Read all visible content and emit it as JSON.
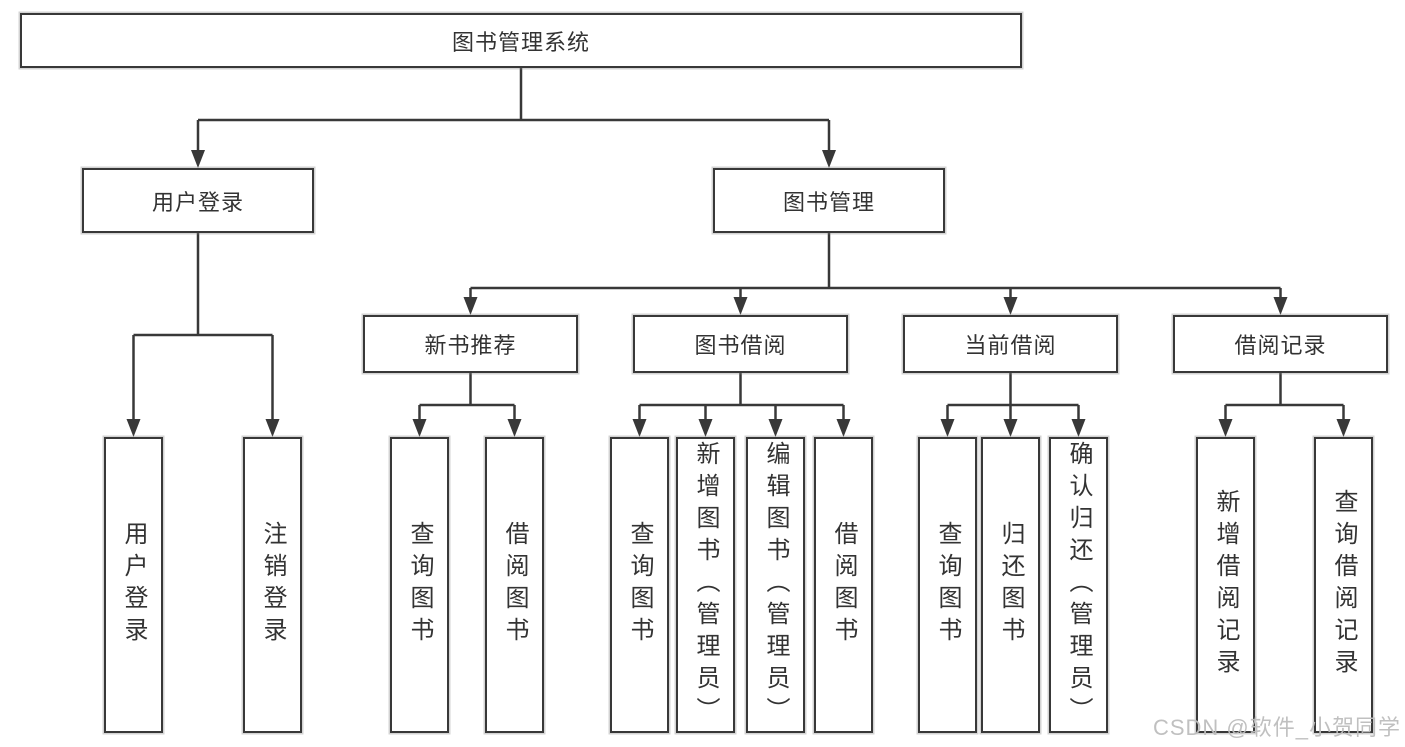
{
  "diagram": {
    "root": {
      "label": "图书管理系统"
    },
    "level1": [
      {
        "label": "用户登录"
      },
      {
        "label": "图书管理"
      }
    ],
    "level2": [
      {
        "label": "新书推荐"
      },
      {
        "label": "图书借阅"
      },
      {
        "label": "当前借阅"
      },
      {
        "label": "借阅记录"
      }
    ],
    "leaves": {
      "user_login": [
        {
          "label": "用户登录"
        },
        {
          "label": "注销登录"
        }
      ],
      "new_book": [
        {
          "label": "查询图书"
        },
        {
          "label": "借阅图书"
        }
      ],
      "book_borrow": [
        {
          "label": "查询图书"
        },
        {
          "label": "新增图书（管理员）"
        },
        {
          "label": "编辑图书（管理员）"
        },
        {
          "label": "借阅图书"
        }
      ],
      "current_borrow": [
        {
          "label": "查询图书"
        },
        {
          "label": "归还图书"
        },
        {
          "label": "确认归还（管理员）"
        }
      ],
      "borrow_records": [
        {
          "label": "新增借阅记录"
        },
        {
          "label": "查询借阅记录"
        }
      ]
    }
  },
  "watermark": {
    "text": "CSDN @软件_小贺同学"
  },
  "colors": {
    "line": "#383838",
    "box_border": "#383838",
    "text": "#333333",
    "background": "#ffffff",
    "watermark_text": "#bdbdbd"
  }
}
